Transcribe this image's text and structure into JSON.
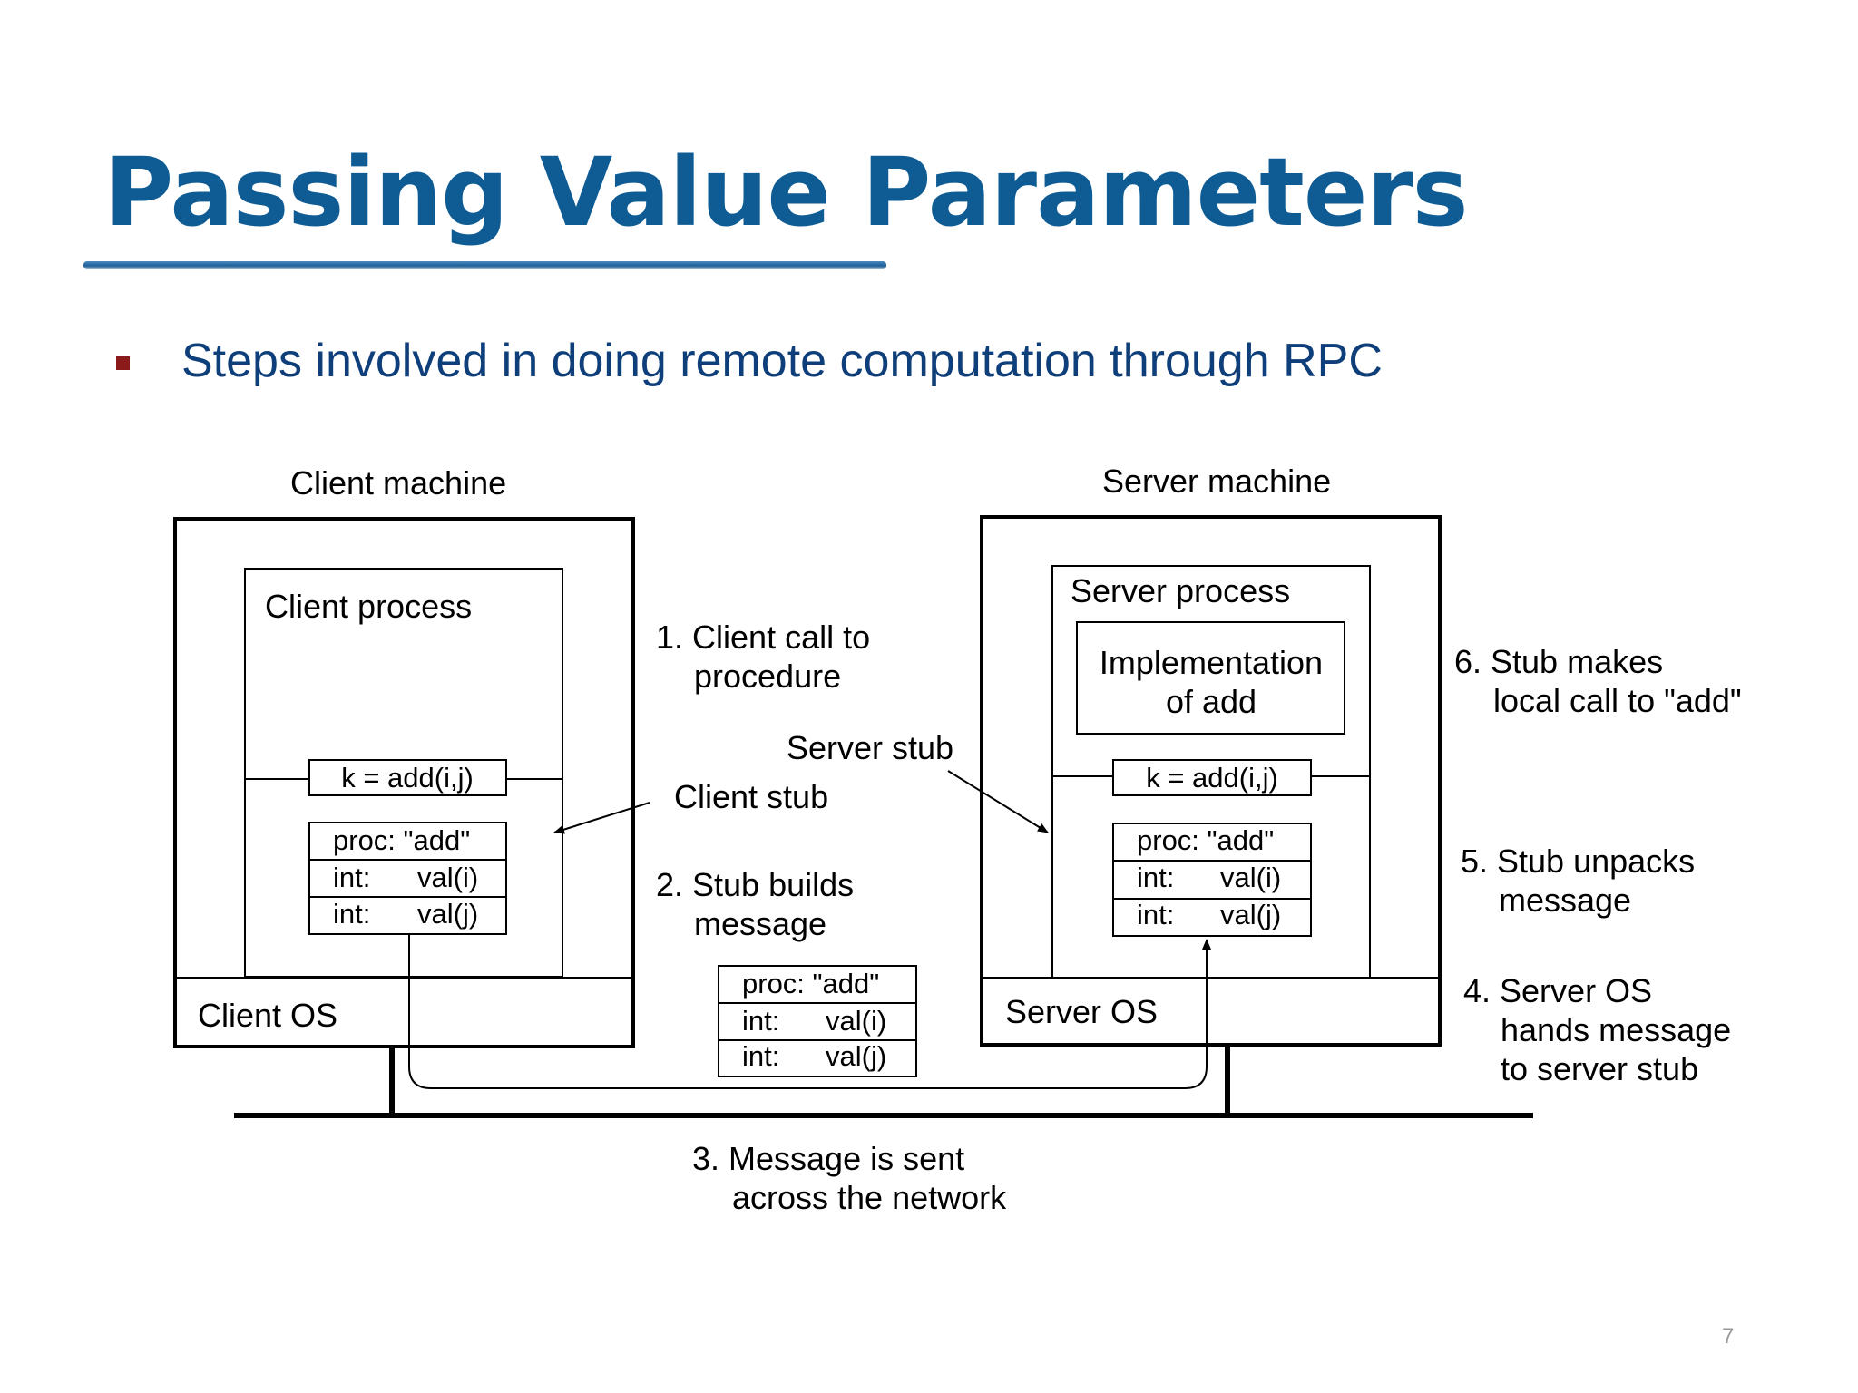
{
  "slide": {
    "title": "Passing Value Parameters",
    "bullet": "Steps involved in doing remote computation through RPC",
    "page_number": "7",
    "colors": {
      "title": "#0f5c94",
      "bullet_text": "#0e3f7a",
      "bullet_marker": "#8b1a1a",
      "page_number": "#9a9a9a",
      "line": "#000000"
    }
  },
  "diagram": {
    "client": {
      "machine_label": "Client machine",
      "process_label": "Client process",
      "call": "k = add(i,j)",
      "message": {
        "proc": "proc: \"add\"",
        "int_label": "int:",
        "val_i": "val(i)",
        "val_j": "val(j)"
      },
      "os_label": "Client OS"
    },
    "server": {
      "machine_label": "Server machine",
      "process_label": "Server process",
      "impl_line1": "Implementation",
      "impl_line2": "of add",
      "call": "k = add(i,j)",
      "message": {
        "proc": "proc: \"add\"",
        "int_label": "int:",
        "val_i": "val(i)",
        "val_j": "val(j)"
      },
      "os_label": "Server OS"
    },
    "network_message": {
      "proc": "proc: \"add\"",
      "int_label": "int:",
      "val_i": "val(i)",
      "val_j": "val(j)"
    },
    "labels": {
      "client_stub": "Client stub",
      "server_stub": "Server stub"
    },
    "steps": {
      "step1": [
        "1. Client call to",
        "procedure"
      ],
      "step2": [
        "2. Stub builds",
        "message"
      ],
      "step3": [
        "3. Message is sent",
        "across the network"
      ],
      "step4": [
        "4. Server OS",
        "hands message",
        "to server stub"
      ],
      "step5": [
        "5. Stub unpacks",
        "message"
      ],
      "step6": [
        "6. Stub makes",
        "local call to \"add\""
      ]
    }
  }
}
